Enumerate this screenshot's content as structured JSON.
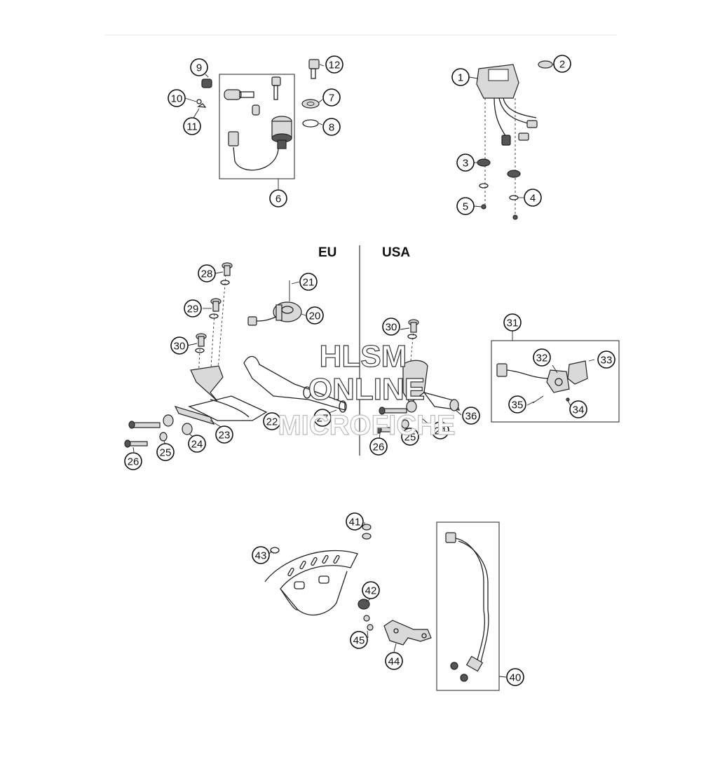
{
  "regions": {
    "eu": "EU",
    "usa": "USA"
  },
  "watermark": {
    "line1": "HLSM",
    "line2": "ONLINE",
    "line3": "MICROFICHE"
  },
  "callouts": [
    "1",
    "2",
    "3",
    "4",
    "5",
    "6",
    "7",
    "8",
    "9",
    "10",
    "11",
    "12",
    "20",
    "21",
    "22",
    "23",
    "24",
    "25",
    "26",
    "27",
    "28",
    "29",
    "30",
    "31",
    "32",
    "33",
    "34",
    "35",
    "36",
    "40",
    "41",
    "42",
    "43",
    "44",
    "45"
  ],
  "colors": {
    "line": "#222222",
    "background": "#ffffff"
  }
}
